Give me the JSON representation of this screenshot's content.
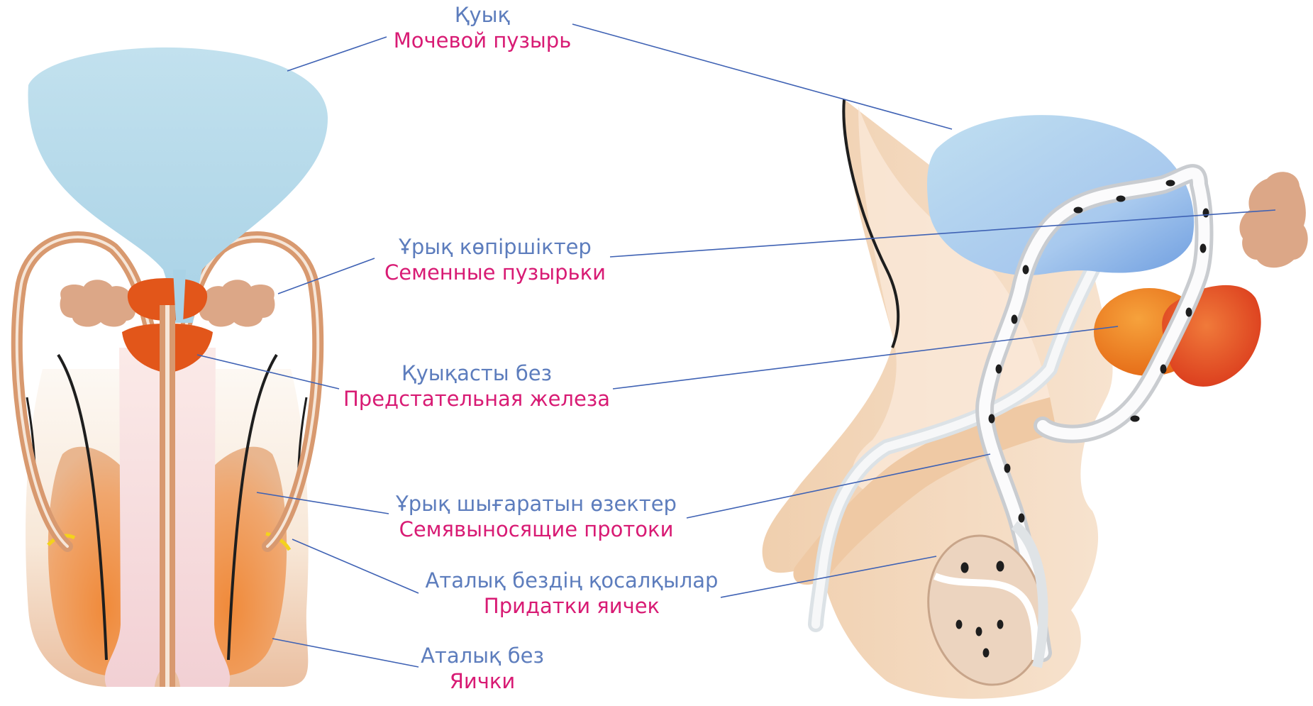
{
  "colors": {
    "kz_text": "#5d7dbd",
    "ru_text": "#d81b74",
    "leader_line": "#3f62b4",
    "bladder": "#b9dbe9",
    "bladder_dark": "#7ea8dc",
    "skin": "#f1d2b4",
    "duct": "#dea07b",
    "prostate": "#e2561a",
    "testis": "#ee8a3e",
    "seminal_vesicle": "#dca787"
  },
  "labels": {
    "bladder": {
      "kz": "Қуық",
      "ru": "Мочевой пузырь"
    },
    "seminal_vesicles": {
      "kz": "Ұрық көпіршіктер",
      "ru": "Семенные пузырьки"
    },
    "prostate": {
      "kz": "Қуықасты без",
      "ru": "Предстательная железа"
    },
    "vas_deferens": {
      "kz": "Ұрық шығаратын өзектер",
      "ru": "Семявыносящие протоки"
    },
    "epididymis": {
      "kz": "Аталық бездің қосалқылар",
      "ru": "Придатки яичек"
    },
    "testes": {
      "kz": "Аталық без",
      "ru": "Яички"
    }
  }
}
